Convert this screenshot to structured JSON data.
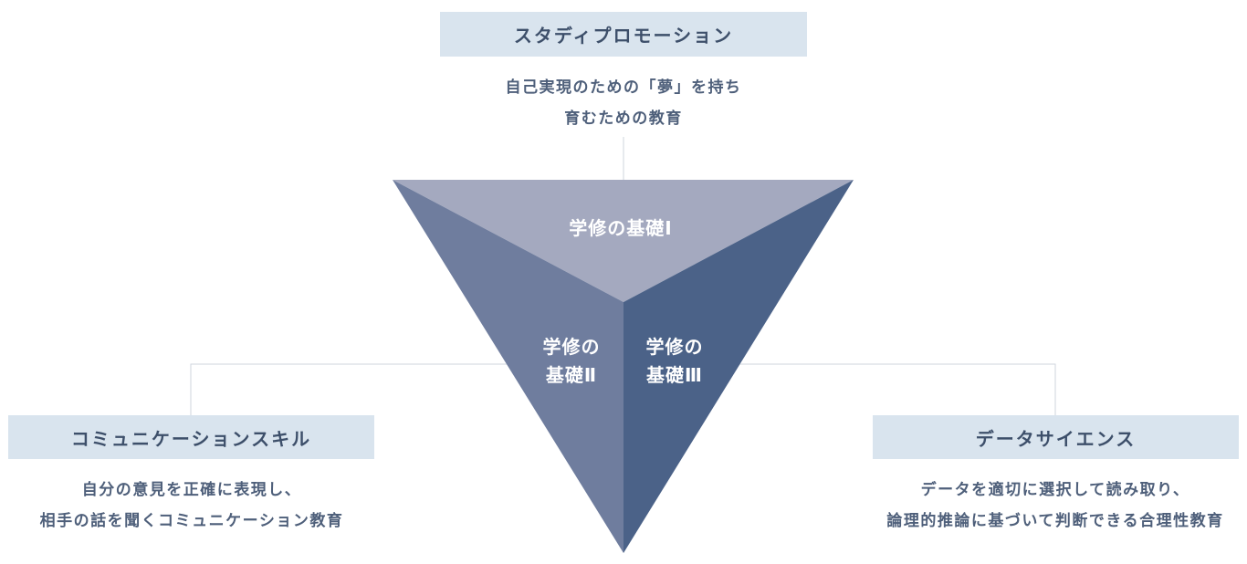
{
  "top": {
    "title": "スタディプロモーション",
    "desc_lines": [
      "自己実現のための「夢」を持ち",
      "育むための教育"
    ]
  },
  "left": {
    "title": "コミュニケーションスキル",
    "desc_lines": [
      "自分の意見を正確に表現し、",
      "相手の話を聞くコミュニケーション教育"
    ]
  },
  "right": {
    "title": "データサイエンス",
    "desc_lines": [
      "データを適切に選択して読み取り、",
      "論理的推論に基づいて判断できる合理性教育"
    ]
  },
  "triangle": {
    "top_label": "学修の基礎Ⅰ",
    "left_label_lines": [
      "学修の",
      "基礎Ⅱ"
    ],
    "right_label_lines": [
      "学修の",
      "基礎Ⅲ"
    ]
  },
  "colors": {
    "box_bg": "#d9e4ee",
    "box_text": "#3d4f6a",
    "desc_text": "#4e5f7a",
    "connector": "#cfd6de",
    "top_face": "#a4a9bf",
    "left_face": "#6f7d9e",
    "right_face": "#4b6288"
  }
}
